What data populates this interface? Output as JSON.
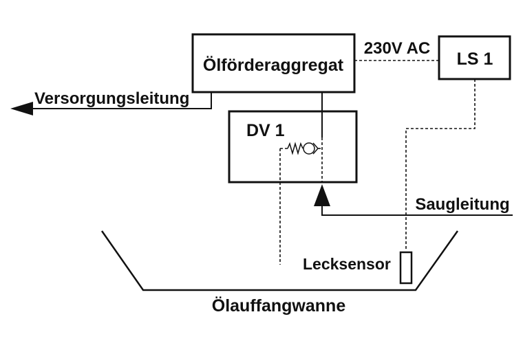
{
  "labels": {
    "pump_unit": "Ölförderaggregat",
    "supply_line": "Versorgungsleitung",
    "voltage": "230V AC",
    "ls1": "LS 1",
    "dv1": "DV 1",
    "suction_line": "Saugleitung",
    "leak_sensor": "Lecksensor",
    "drip_tray": "Ölauffangwanne"
  }
}
